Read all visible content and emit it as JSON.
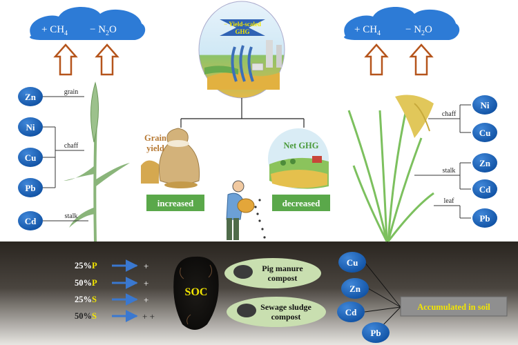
{
  "emissions": {
    "ch4": "+ CH",
    "ch4_sub": "4",
    "n2o": "− N",
    "n2o_sub": "2",
    "n2o_end": "O"
  },
  "center": {
    "title_line1": "− Yield-scaled",
    "title_line2": "GHG"
  },
  "grain": {
    "label_line1": "Grain",
    "label_line2": "yield",
    "status": "increased"
  },
  "net_ghg": {
    "label": "Net GHG",
    "status": "decreased"
  },
  "wheat": {
    "metals": [
      "Zn",
      "Ni",
      "Cu",
      "Pb",
      "Cd"
    ],
    "labels": {
      "grain": "grain",
      "chaff": "chaff",
      "stalk": "stalk"
    }
  },
  "rice": {
    "metals": [
      "Ni",
      "Cu",
      "Zn",
      "Cd",
      "Pb"
    ],
    "labels": {
      "chaff": "chaff",
      "stalk": "stalk",
      "leaf": "leaf"
    }
  },
  "treatments": [
    {
      "pct": "25%",
      "el": "P",
      "effect": "+"
    },
    {
      "pct": "50%",
      "el": "P",
      "effect": "+"
    },
    {
      "pct": "25%",
      "el": "S",
      "effect": "+"
    },
    {
      "pct": "50%",
      "el": "S",
      "effect": "+ +"
    }
  ],
  "soc": "SOC",
  "compost": {
    "pig_line1": "Pig manure",
    "pig_line2": "compost",
    "sewage_line1": "Sewage sludge",
    "sewage_line2": "compost"
  },
  "soil_metals": [
    "Cu",
    "Zn",
    "Cd",
    "Pb"
  ],
  "accumulated": "Accumulated in soil",
  "colors": {
    "metal_circle": "#1565c0",
    "status_box": "#5aa84a",
    "arrow_orange": "#b5541b",
    "pill": "#c9dfb0",
    "soil_dark": "#3e3935",
    "yellow_text": "#f3e600"
  }
}
